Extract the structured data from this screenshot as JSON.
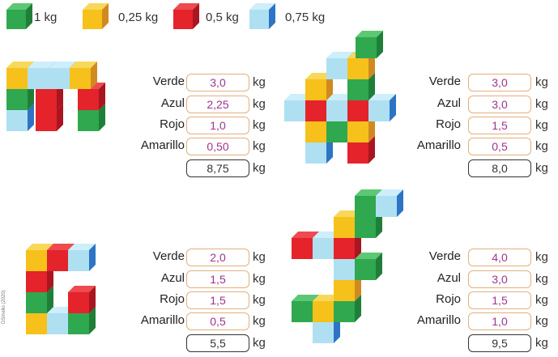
{
  "colors": {
    "verde": {
      "front": "#2fa84f",
      "top": "#5cc873",
      "side": "#1f7f38"
    },
    "amarillo": {
      "front": "#f6c11b",
      "top": "#f8d85a",
      "side": "#d18a1f"
    },
    "rojo": {
      "front": "#e4232b",
      "top": "#ee4a50",
      "side": "#a91621"
    },
    "azul": {
      "front": "#aee0f2",
      "top": "#cdeefa",
      "side": "#2d74c4"
    },
    "total_border": "#333333",
    "value_border": "#e2b07e",
    "value_text": "#a0338f"
  },
  "legend": [
    {
      "color": "verde",
      "icon": "green-cube-icon",
      "label": "1 kg"
    },
    {
      "color": "amarillo",
      "icon": "yellow-cube-icon",
      "label": "0,25 kg"
    },
    {
      "color": "rojo",
      "icon": "red-cube-icon",
      "label": "0,5 kg"
    },
    {
      "color": "azul",
      "icon": "blue-cube-icon",
      "label": "0,75 kg"
    }
  ],
  "unit": "kg",
  "credit": "DSmello (2020)",
  "panels": [
    {
      "name": "figure-top-left",
      "rows": [
        {
          "label": "Verde",
          "value": "3,0"
        },
        {
          "label": "Azul",
          "value": "2,25"
        },
        {
          "label": "Rojo",
          "value": "1,0"
        },
        {
          "label": "Amarillo",
          "value": "0,50"
        }
      ],
      "total": "8,75"
    },
    {
      "name": "figure-top-right",
      "rows": [
        {
          "label": "Verde",
          "value": "3,0"
        },
        {
          "label": "Azul",
          "value": "3,0"
        },
        {
          "label": "Rojo",
          "value": "1,5"
        },
        {
          "label": "Amarillo",
          "value": "0,5"
        }
      ],
      "total": "8,0"
    },
    {
      "name": "figure-bottom-left",
      "rows": [
        {
          "label": "Verde",
          "value": "2,0"
        },
        {
          "label": "Azul",
          "value": "1,5"
        },
        {
          "label": "Rojo",
          "value": "1,5"
        },
        {
          "label": "Amarillo",
          "value": "0,5"
        }
      ],
      "total": "5,5"
    },
    {
      "name": "figure-bottom-right",
      "rows": [
        {
          "label": "Verde",
          "value": "4,0"
        },
        {
          "label": "Azul",
          "value": "3,0"
        },
        {
          "label": "Rojo",
          "value": "1,5"
        },
        {
          "label": "Amarillo",
          "value": "1,0"
        }
      ],
      "total": "9,5"
    }
  ]
}
